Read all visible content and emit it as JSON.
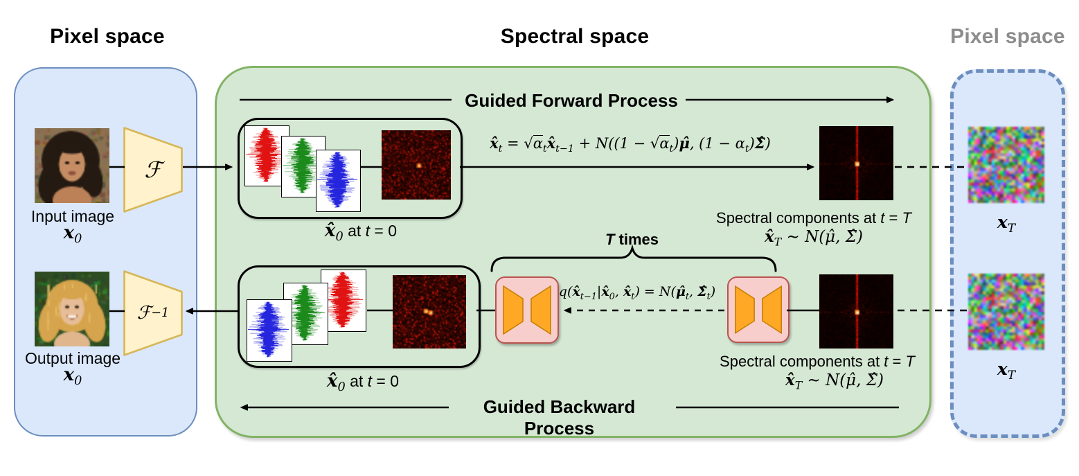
{
  "colors": {
    "panel_green_fill": "#d5e8d4",
    "panel_green_border": "#82b366",
    "panel_blue_fill": "#dbe8fc",
    "panel_blue_border": "#6c8ebf",
    "trapezoid_fill": "#fff2cc",
    "trapezoid_border": "#d6b656",
    "unet_fill": "#f8cecc",
    "unet_border": "#b85450",
    "unet_trap_fill": "#ffa826",
    "unet_trap_border": "#c77f00",
    "wave_red": "#e01212",
    "wave_green": "#1b8a1b",
    "wave_blue": "#2525dd",
    "right_title_gray": "#8c8c8c"
  },
  "titles": {
    "left": "Pixel space",
    "center": "Spectral space",
    "right": "Pixel space"
  },
  "left_panel": {
    "fourier": "ℱ",
    "inverse_fourier": "ℱ^{−1}",
    "input_caption": "Input image",
    "input_var": "*{x}_{0}",
    "output_caption": "Output image",
    "output_var": "*{x}_{0}"
  },
  "spectral_panel": {
    "forward_label": "Guided Forward Process",
    "backward_label": "Guided Backward Process",
    "forward_formula": "*{x̂}_{t} = √‾{α}_{t}*{x̂}_{t−1} + N((1 − √‾{α}_{t})*{μ̂}, (1 − α_{t})*{Σ̂})",
    "x0_caption_math": "*{x̂}_{0}",
    "x0_caption_text": " at ~{t} = 0",
    "t_times": "~{T} times",
    "q_formula": "q(*{x̂}_{t−1}|*{x̂}_{0}, *{x̂}_{t}) = N(*{μ̂}_{t}, *{Σ̂}_{t})",
    "spectral_components_caption": "Spectral components at ~{t} = ~{T}",
    "xT_distribution": "*{x̂}_{T} ∼ N(μ̂, Σ̂)"
  },
  "right_panel": {
    "xT_var": "*{x}_{T}"
  }
}
